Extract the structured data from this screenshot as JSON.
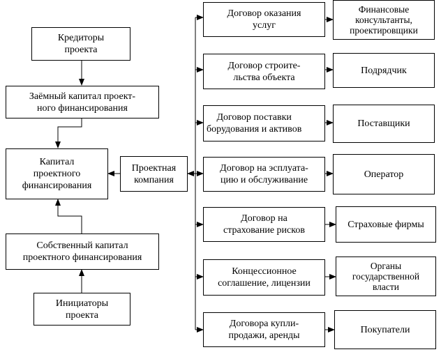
{
  "left_column": {
    "creditors": "Кредиторы\nпроекта",
    "debt_capital": "Заёмный капитал проект-\nного финансирования",
    "project_capital": "Капитал\nпроектного\nфинансирования",
    "equity_capital": "Собственный капитал\nпроектного финансирования",
    "initiators": "Инициаторы\nпроекта"
  },
  "center": {
    "project_company": "Проектная\nкомпания"
  },
  "contracts": [
    "Договор оказания\nуслуг",
    "Договор строите-\nльства объекта",
    "Договор поставки\nборудования и активов",
    "Договор на эсплуата-\nцию и обслуживание",
    "Договор на\nстрахование рисков",
    "Концессионное\nсоглашение, лицензии",
    "Договора купли-\nпродажи, аренды"
  ],
  "parties": [
    "Финансовые\nконсультанты,\nпроектировщики",
    "Подрядчик",
    "Поставщики",
    "Оператор",
    "Страховые фирмы",
    "Органы\nгосударственной\nвласти",
    "Покупатели"
  ]
}
